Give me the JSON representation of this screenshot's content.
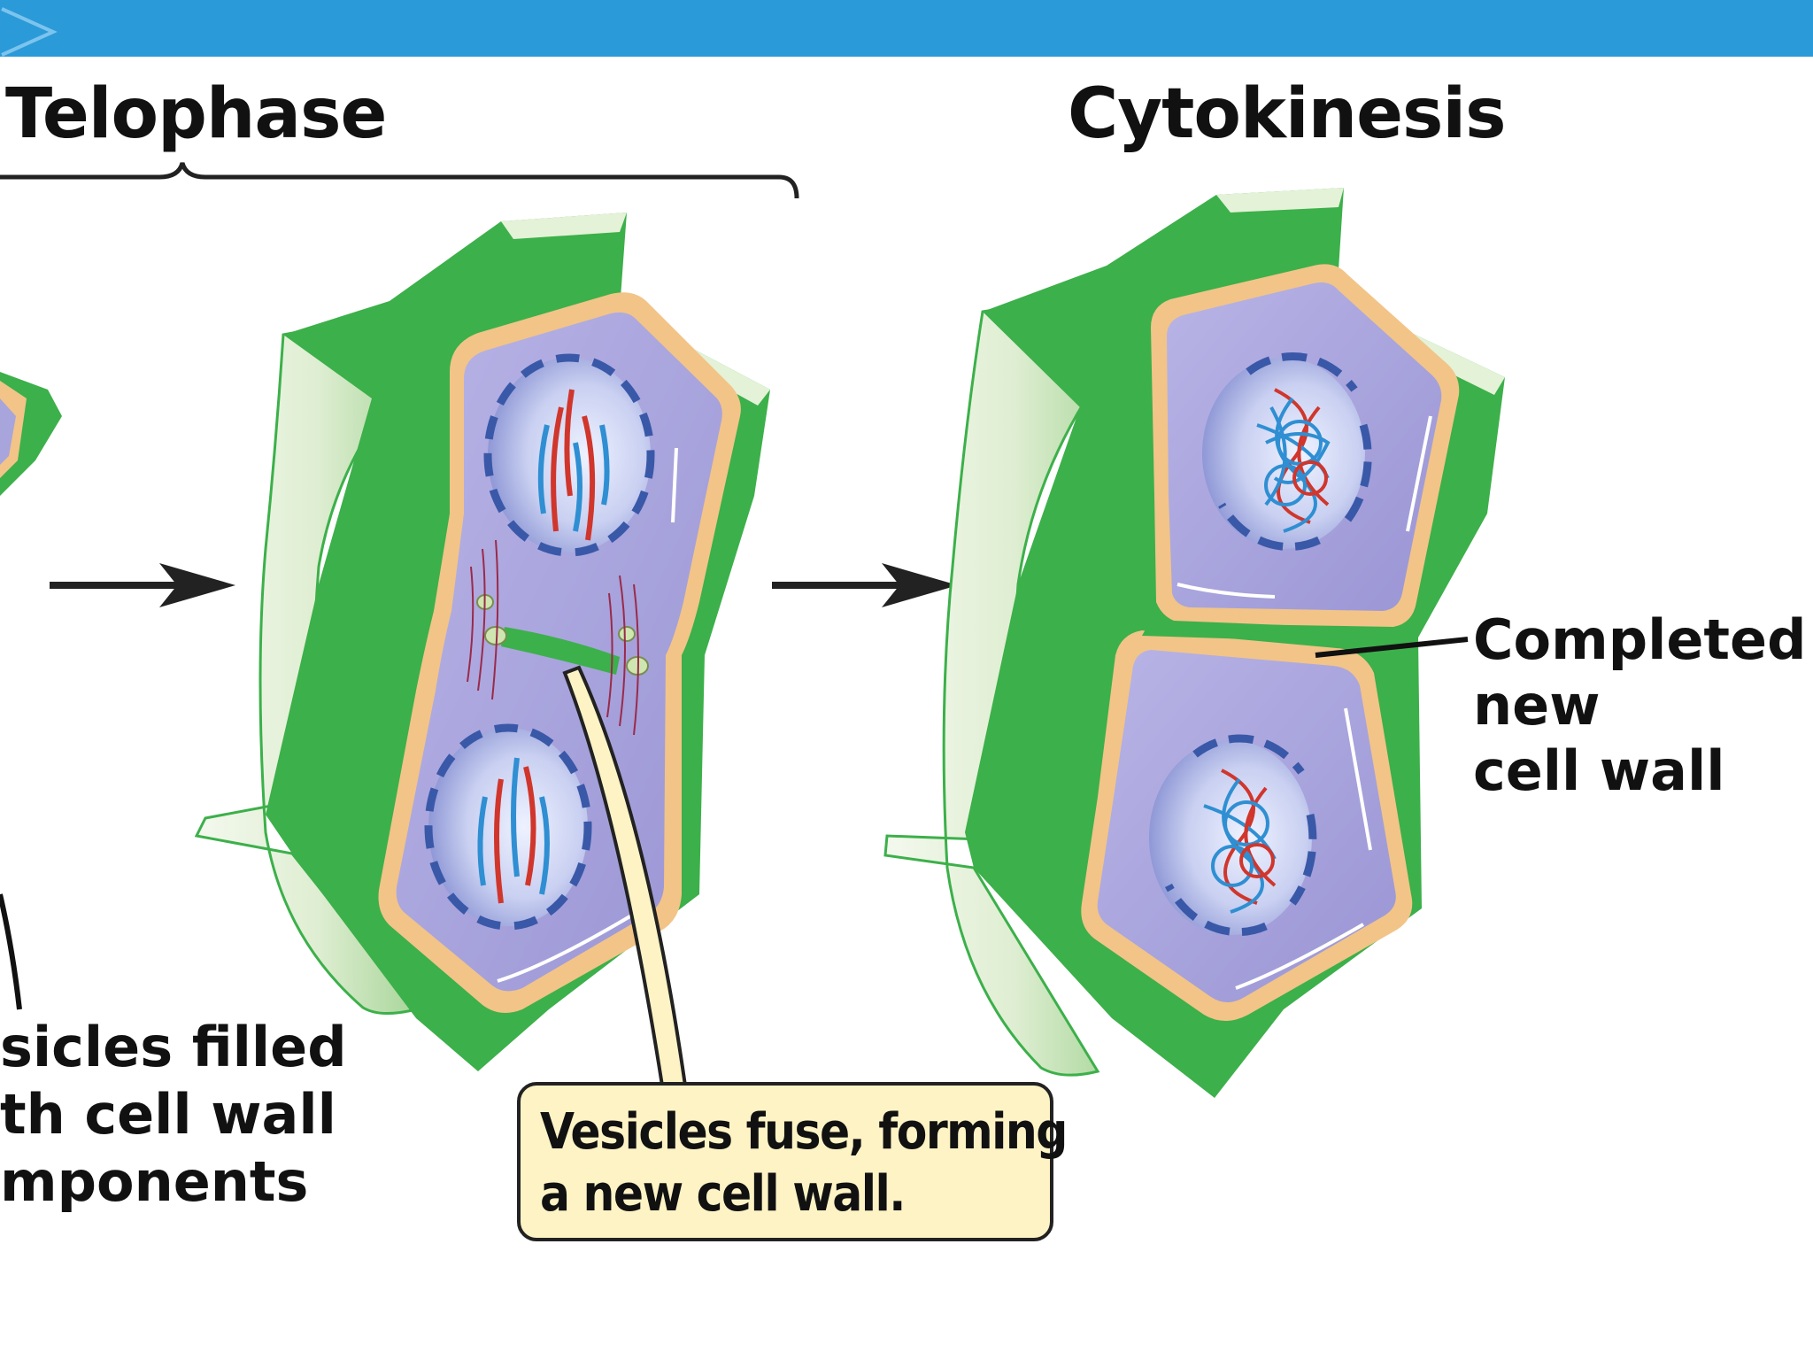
{
  "header": {
    "bar_color": "#2b9ad8"
  },
  "titles": {
    "telophase": "Telophase",
    "cytokinesis": "Cytokinesis"
  },
  "labels": {
    "vesicles_line1": "sicles filled",
    "vesicles_line2": "th cell wall",
    "vesicles_line3": "mponents",
    "completed_line1": "Completed",
    "completed_line2": "new",
    "completed_line3": "cell wall"
  },
  "callout": {
    "text": "Vesicles fuse, forming\na new cell wall."
  },
  "colors": {
    "cell_wall_green": "#3cb04a",
    "wall_face_light": "#e4f2d8",
    "membrane_orange": "#f2c487",
    "cytoplasm_purple": "#a8a4dc",
    "nucleus_blue": "#c5cdef",
    "chromosome_red": "#d0362c",
    "chromosome_blue": "#2f8fd2",
    "callout_fill": "#fdf3c5"
  }
}
